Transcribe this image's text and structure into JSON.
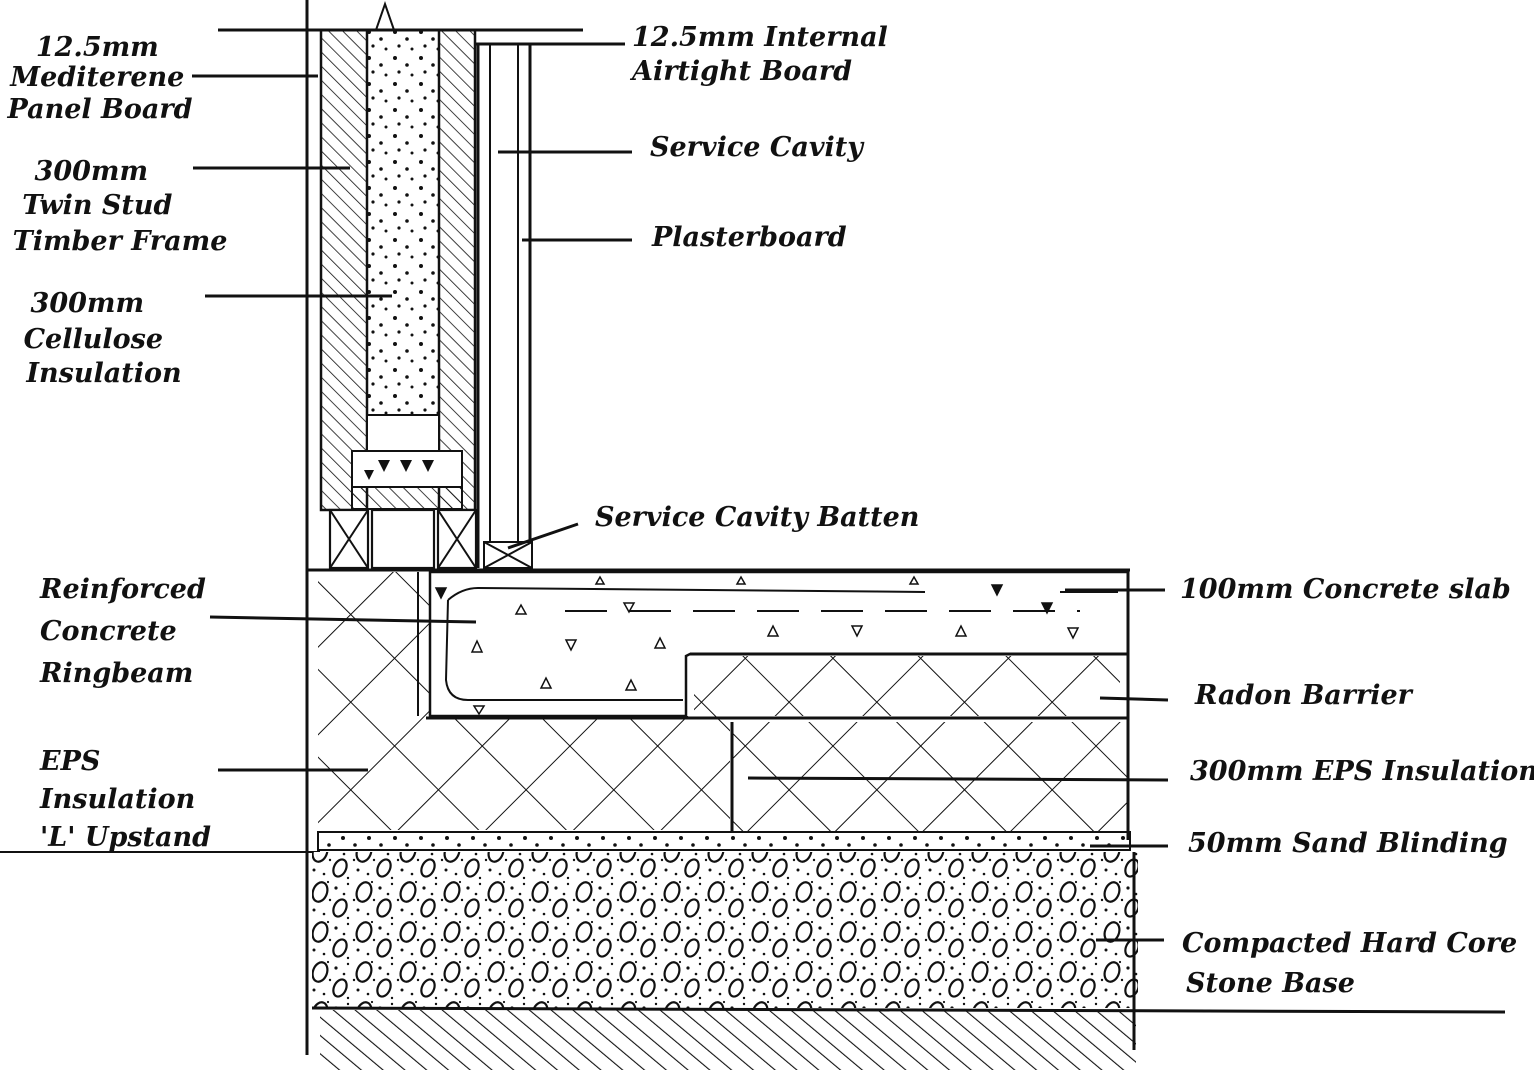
{
  "labels": {
    "mediterene": [
      "12.5mm",
      "Mediterene",
      "Panel Board"
    ],
    "twin_stud": [
      "300mm",
      "Twin Stud",
      "Timber Frame"
    ],
    "cellulose": [
      "300mm",
      "Cellulose",
      "Insulation"
    ],
    "ringbeam": [
      "Reinforced",
      "Concrete",
      "Ringbeam"
    ],
    "eps_upstand": [
      "EPS",
      "Insulation",
      "'L' Upstand"
    ],
    "airtight": [
      "12.5mm Internal",
      "Airtight Board"
    ],
    "service_cavity": "Service Cavity",
    "plasterboard": "Plasterboard",
    "service_batten": "Service Cavity Batten",
    "concrete_slab": "100mm Concrete slab",
    "radon": "Radon Barrier",
    "eps_insulation": "300mm EPS Insulation",
    "sand_blinding": "50mm Sand Blinding",
    "hardcore": [
      "Compacted Hard Core",
      "Stone Base"
    ]
  }
}
